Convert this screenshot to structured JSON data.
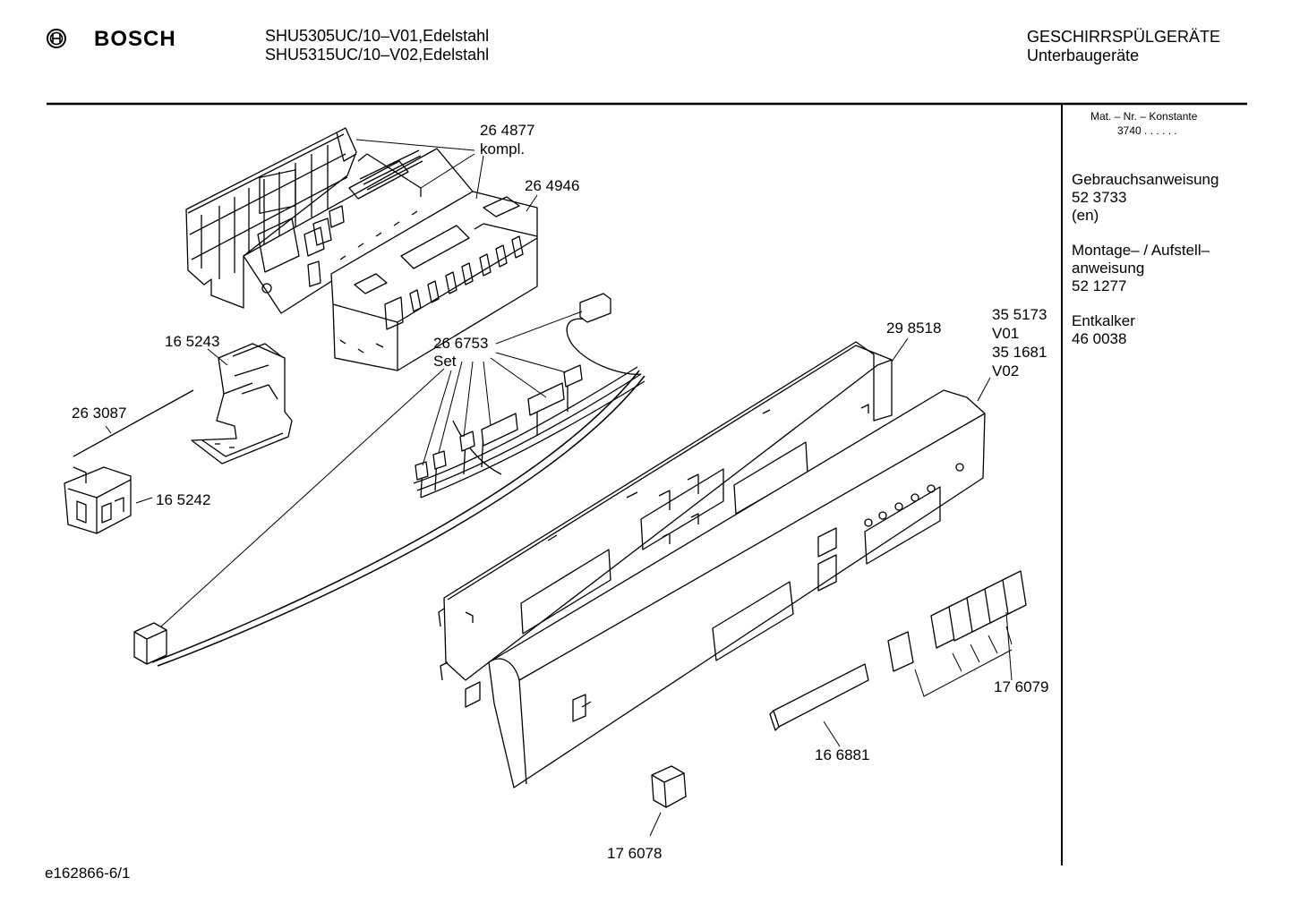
{
  "header": {
    "brand": "BOSCH",
    "model_line_1": "SHU5305UC/10–V01,Edelstahl",
    "model_line_2": "SHU5315UC/10–V02,Edelstahl",
    "category_line_1": "GESCHIRRSPÜLGERÄTE",
    "category_line_2": "Unterbaugeräte"
  },
  "sidebar": {
    "mat_header": "Mat. – Nr. – Konstante",
    "mat_value": "3740  .  .     .  .  .  .",
    "docs": [
      {
        "title": "Gebrauchsanweisung",
        "number": "52 3733",
        "note": "(en)"
      },
      {
        "title_1": "Montage– / Aufstell–",
        "title_2": "anweisung",
        "number": "52 1277"
      },
      {
        "title": "Entkalker",
        "number": "46 0038"
      }
    ]
  },
  "parts": {
    "p264877": "26 4877",
    "p264877_note": "kompl.",
    "p264946": "26 4946",
    "p165243": "16 5243",
    "p266753": "26 6753",
    "p266753_note": "Set",
    "p298518": "29 8518",
    "p355173": "35 5173",
    "p355173_note": "V01",
    "p351681": "35 1681",
    "p351681_note": "V02",
    "p263087": "26 3087",
    "p165242": "16 5242",
    "p176079": "17 6079",
    "p166881": "16 6881",
    "p176078": "17 6078"
  },
  "footer": {
    "diagram_id": "e162866-6/1"
  },
  "icons": {
    "logo": "bosch-armature-logo-icon"
  }
}
